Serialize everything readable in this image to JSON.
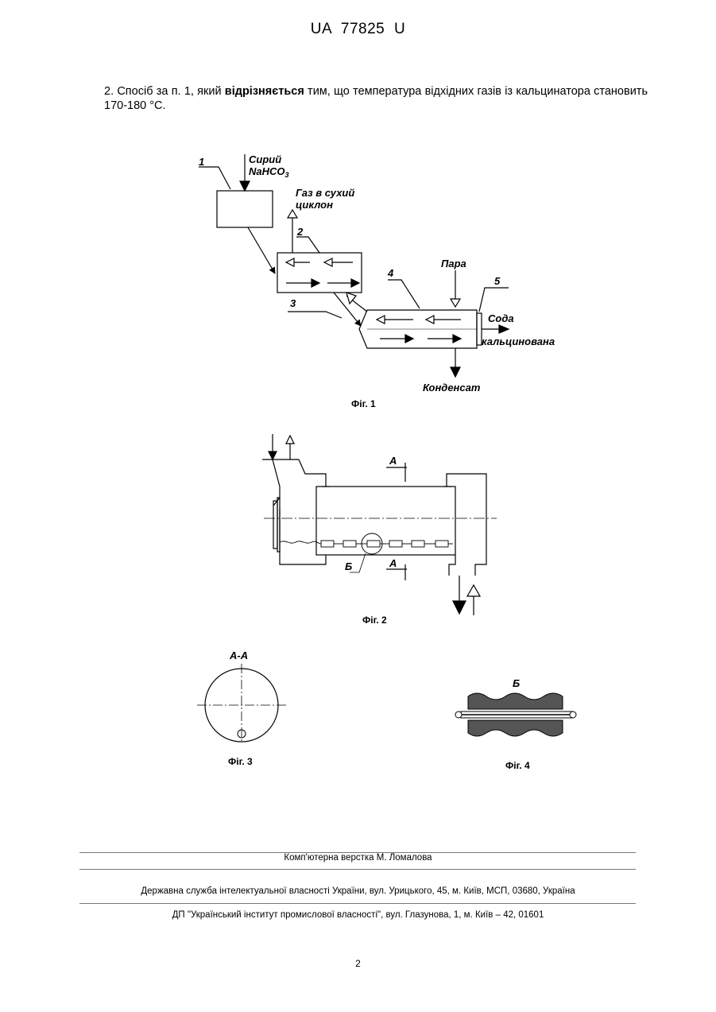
{
  "header": {
    "patent_number": "UA  77825  U"
  },
  "claim": {
    "prefix": "2. Спосіб за п. 1, який ",
    "bold": "відрізняється",
    "suffix": " тим, що температура відхідних газів із кальцинатора становить 170-180 °С."
  },
  "fig1": {
    "raw_line1": "Сирий",
    "raw_line2": "NaHCO",
    "raw_sub": "3",
    "gas_line1": "Газ в сухий",
    "gas_line2": "циклон",
    "steam": "Пара",
    "soda_line1": "Сода",
    "soda_line2": "кальцинована",
    "condensate": "Конденсат",
    "n1": "1",
    "n2": "2",
    "n3": "3",
    "n4": "4",
    "n5": "5",
    "caption": "Фіг. 1"
  },
  "fig2": {
    "section_top": "А",
    "section_bottom": "А",
    "detail": "Б",
    "caption": "Фіг. 2"
  },
  "fig3": {
    "title": "А-А",
    "caption": "Фіг. 3"
  },
  "fig4": {
    "title": "Б",
    "caption": "Фіг. 4"
  },
  "footer": {
    "layout": "Комп'ютерна верстка М. Ломалова",
    "office": "Державна служба інтелектуальної власності України, вул. Урицького, 45, м. Київ, МСП, 03680, Україна",
    "institute": "ДП \"Український інститут промислової власності\", вул. Глазунова, 1, м. Київ – 42, 01601"
  },
  "page_number": "2"
}
